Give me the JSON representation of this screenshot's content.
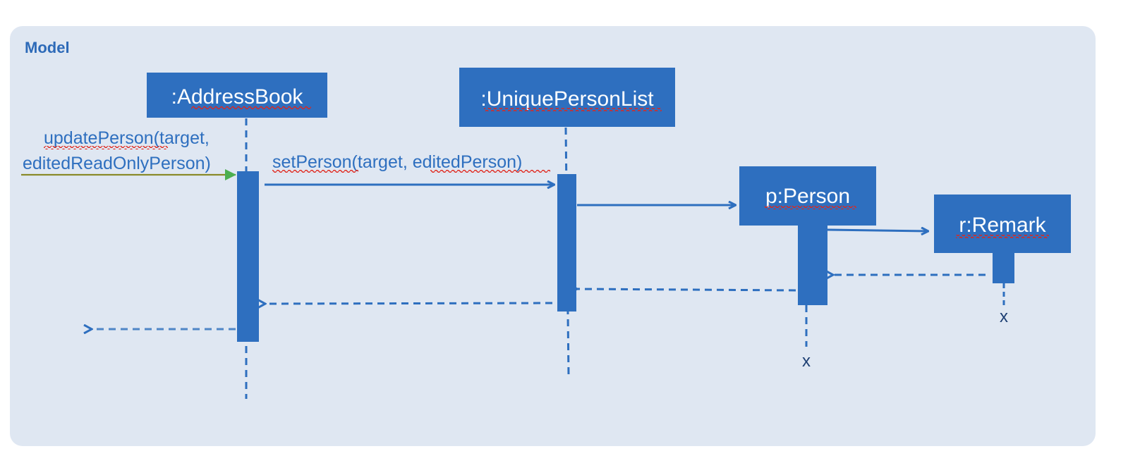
{
  "frame": {
    "title": "Model"
  },
  "participants": {
    "address_book": ":AddressBook",
    "unique_person_list": ":UniquePersonList",
    "person": "p:Person",
    "remark": "r:Remark"
  },
  "messages": {
    "update_person_line1": "updatePerson(target,",
    "update_person_line2": "editedReadOnlyPerson)",
    "set_person": "setPerson(target, editedPerson)"
  },
  "destroy_markers": {
    "person": "x",
    "remark": "x"
  },
  "colors": {
    "frame_fill": "#dfe7f2",
    "box_fill": "#2e6fbf",
    "line": "#2e6fbf",
    "text": "#2e6fbf",
    "title": "#2d6ab8",
    "found_arrow": "#4caf50",
    "end_marker": "#1d3f73"
  }
}
